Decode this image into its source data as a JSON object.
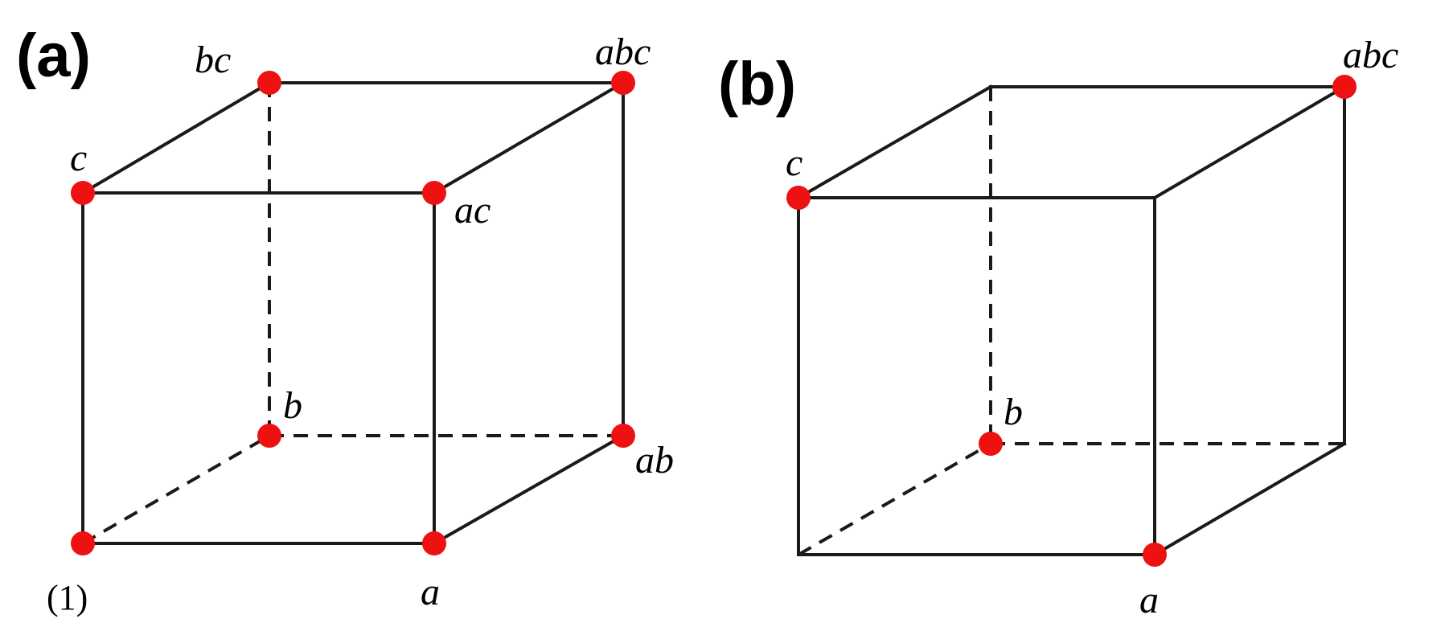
{
  "panels": [
    {
      "id": "a",
      "label": "(a)",
      "vertex_labels": {
        "v1": "(1)",
        "a": "a",
        "b": "b",
        "ab": "ab",
        "c": "c",
        "ac": "ac",
        "bc": "bc",
        "abc": "abc"
      },
      "highlighted_vertices": [
        "v1",
        "a",
        "b",
        "ab",
        "c",
        "ac",
        "bc",
        "abc"
      ]
    },
    {
      "id": "b",
      "label": "(b)",
      "vertex_labels": {
        "a": "a",
        "b": "b",
        "c": "c",
        "abc": "abc"
      },
      "highlighted_vertices": [
        "a",
        "b",
        "c",
        "abc"
      ]
    }
  ],
  "colors": {
    "edge": "#1a1a1a",
    "highlight_dot": "#ee1111",
    "text": "#000000"
  }
}
